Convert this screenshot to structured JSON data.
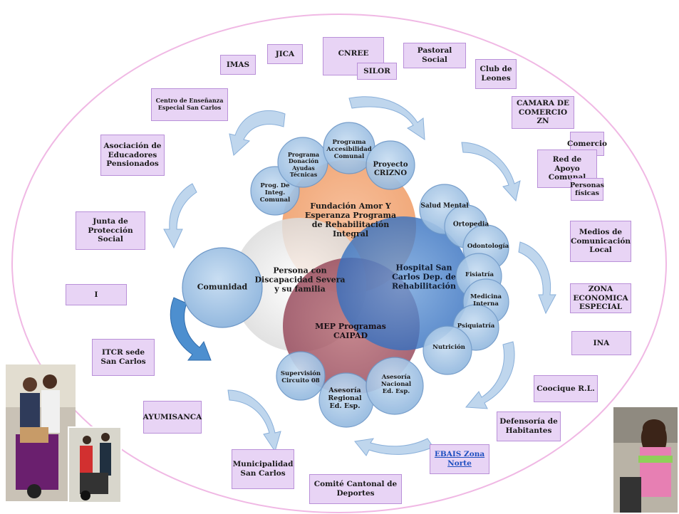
{
  "external_nodes": {
    "imas": "IMAS",
    "jica": "JICA",
    "cnree": "CNREE",
    "silor": "SILOR",
    "pastoral_social": "Pastoral Social",
    "club_leones": "Club de Leones",
    "camara_comercio": "CAMARA DE COMERCIO ZN",
    "comercio": "Comercio",
    "red_apoyo": "Red de Apoyo Comunal",
    "personas_fisicas": "Personas físicas",
    "centro_ensenanza": "Centro de Enseñanza Especial San Carlos",
    "asociacion_educadores": "Asociación de Educadores Pensionados",
    "junta_proteccion": "Junta de Protección Social",
    "i_box": "I",
    "itcr": "ITCR sede San Carlos",
    "ayumisanca": "AYUMISANCA",
    "municipalidad": "Municipalidad San Carlos",
    "comite_deportes": "Comité Cantonal de Deportes",
    "ebais": "EBAIS Zona Norte",
    "defensoria": "Defensoría de Habitantes",
    "coocique": "Coocique R.L.",
    "ina": "INA",
    "zona_economica": "ZONA ECONOMICA ESPECIAL",
    "medios": "Medios de Comunicación Local"
  },
  "center": {
    "persona": "Persona con Discapacidad Severa y su familia",
    "fundacion": "Fundación Amor Y Esperanza Programa de Rehabilitación Integral",
    "hospital": "Hospital San Carlos Dep. de Rehabilitación",
    "mep": "MEP Programas CAIPAD",
    "comunidad": "Comunidad"
  },
  "satellites": {
    "prog_integ": "Prog. De Integ. Comunal",
    "prog_donacion": "Programa Donación Ayudas Técnicas",
    "prog_accesibilidad": "Programa Accesibilidad Comunal",
    "proyecto_crizno": "Proyecto CRIZNO",
    "salud_mental": "Salud Mental",
    "ortopedia": "Ortopedia",
    "odontologia": "Odontología",
    "fisiatria": "Fisiatría",
    "medicina_interna": "Medicina Interna",
    "psiquiatria": "Psiquiatría",
    "nutricion": "Nutrición",
    "supervision": "Supervisión Circuito 08",
    "asesoria_regional": "Asesoría Regional Ed. Esp.",
    "asesoria_nacional": "Asesoría Nacional Ed. Esp."
  },
  "colors": {
    "box_fill": "#e8d4f5",
    "box_border": "#b990d8",
    "outer_ellipse": "#f0b8e4",
    "fundacion": "#f4a878",
    "hospital": "#3a78c8",
    "mep": "#a04a5e",
    "persona": "#e6e6e6",
    "satellite": "#a9c8e8",
    "arrow": "#a9c8e8",
    "arrow_dark": "#3f7fbf"
  }
}
